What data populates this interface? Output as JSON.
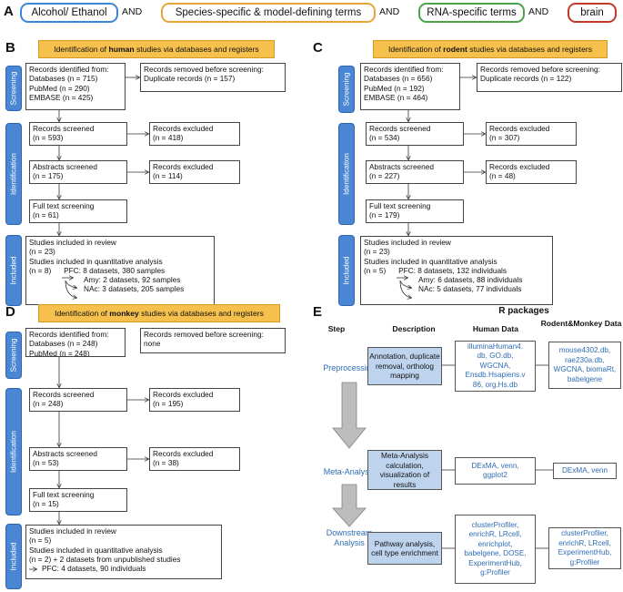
{
  "panel_a": {
    "label": "A",
    "terms": [
      "Alcohol/ Ethanol",
      "Species-specific & model-defining terms",
      "RNA-specific terms",
      "brain"
    ],
    "term_colors": [
      "#3d86d6",
      "#e8a33a",
      "#4ba34a",
      "#c0392b"
    ],
    "and": "AND"
  },
  "panel_b": {
    "label": "B",
    "title_pre": "Identification of ",
    "title_bold": "human",
    "title_post": " studies via databases and registers",
    "stages": [
      "Screening",
      "Identification",
      "Included"
    ],
    "records_identified": [
      "Records identified from:",
      "Databases (n = 715)",
      "PubMed (n = 290)",
      "EMBASE (n = 425)"
    ],
    "records_removed": [
      "Records removed before screening:",
      "Duplicate records (n = 157)"
    ],
    "records_screened": [
      "Records screened",
      "(n = 593)"
    ],
    "records_excluded_1": [
      "Records excluded",
      "(n = 418)"
    ],
    "abstracts_screened": [
      "Abstracts screened",
      "(n = 175)"
    ],
    "records_excluded_2": [
      "Records excluded",
      "(n = 114)"
    ],
    "full_text": [
      "Full text screening",
      "(n = 61)"
    ],
    "included": [
      "Studies included in review",
      "(n = 23)",
      "Studies included in quantitative analysis",
      "(n = 8)"
    ],
    "included_sub": [
      "PFC: 8 datasets, 380 samples",
      "Amy: 2 datasets, 92 samples",
      "NAc: 3 datasets, 205 samples"
    ]
  },
  "panel_c": {
    "label": "C",
    "title_pre": "Identification of ",
    "title_bold": "rodent",
    "title_post": " studies via databases and registers",
    "stages": [
      "Screening",
      "Identification",
      "Included"
    ],
    "records_identified": [
      "Records identified from:",
      "Databases (n = 656)",
      "PubMed (n = 192)",
      "EMBASE (n = 464)"
    ],
    "records_removed": [
      "Records removed before screening:",
      "Duplicate records (n = 122)"
    ],
    "records_screened": [
      "Records screened",
      "(n = 534)"
    ],
    "records_excluded_1": [
      "Records excluded",
      "(n = 307)"
    ],
    "abstracts_screened": [
      "Abstracts screened",
      "(n = 227)"
    ],
    "records_excluded_2": [
      "Records excluded",
      "(n = 48)"
    ],
    "full_text": [
      "Full text screening",
      "(n = 179)"
    ],
    "included": [
      "Studies included in review",
      "(n = 23)",
      "Studies included in quantitative analysis",
      "(n = 5)"
    ],
    "included_sub": [
      "PFC: 8 datasets, 132 individuals",
      "Amy: 6 datasets, 88 individuals",
      "NAc: 5 datasets, 77 individuals"
    ]
  },
  "panel_d": {
    "label": "D",
    "title_pre": "Identification of ",
    "title_bold": "monkey",
    "title_post": " studies via databases and registers",
    "stages": [
      "Screening",
      "Identification",
      "Included"
    ],
    "records_identified": [
      "Records identified from:",
      "Databases (n = 248)",
      "PubMed (n = 248)"
    ],
    "records_removed": [
      "Records removed before screening:",
      "none"
    ],
    "records_screened": [
      "Records screened",
      "(n = 248)"
    ],
    "records_excluded_1": [
      "Records excluded",
      "(n = 195)"
    ],
    "abstracts_screened": [
      "Abstracts screened",
      "(n = 53)"
    ],
    "records_excluded_2": [
      "Records excluded",
      "(n = 38)"
    ],
    "full_text": [
      "Full text screening",
      "(n = 15)"
    ],
    "included": [
      "Studies included in review",
      "(n = 5)",
      "Studies included in quantitative analysis",
      "(n = 2) + 2 datasets from unpublished studies"
    ],
    "included_sub": [
      "PFC: 4 datasets, 90 individuals"
    ]
  },
  "panel_e": {
    "label": "E",
    "r_packages": "R packages",
    "col_step": "Step",
    "col_description": "Description",
    "col_human": "Human Data",
    "col_rodent": "Rodent&Monkey Data",
    "steps": [
      {
        "step": "Preprocessing",
        "description": "Annotation, duplicate removal, ortholog mapping",
        "human": "illuminaHuman4.\ndb, GO.db,\nWGCNA,\nEnsdb.Hsapiens.v\n86, org.Hs.db",
        "rodent": "mouse4302.db,\nrae230a.db,\nWGCNA, biomaRt,\nbabelgene"
      },
      {
        "step": "Meta-Analysis",
        "description": "Meta-Analysis calculation, visualization of results",
        "human": "DExMA, venn,\nggplot2",
        "rodent": "DExMA, venn"
      },
      {
        "step": "Downstream Analysis",
        "description": "Pathway analysis, cell type enrichment",
        "human": "clusterProfiler,\nenrichR, LRcell,\nenrichplot,\nbabelgene, DOSE,\nExperimentHub,\ng:Profiler",
        "rodent": "clusterProfiler,\nenrichR, LRcell,\nExperimentHub,\ng:Profiler"
      }
    ],
    "step_color": "#2e6db4",
    "box_color": "#bed4ee"
  },
  "colors": {
    "stage": "#4a86d4",
    "title_bg": "#f5c04c"
  }
}
